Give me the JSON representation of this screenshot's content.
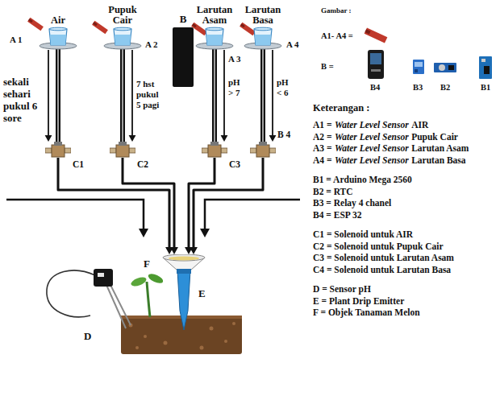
{
  "diagram": {
    "nodes": [
      {
        "text": [
          "Air"
        ]
      },
      {
        "text": [
          "Pupuk Cair"
        ]
      },
      {
        "text": [
          "B"
        ]
      },
      {
        "text": [
          "Larutan Asam"
        ]
      },
      {
        "text": [
          "Larutan Basa"
        ]
      },
      {
        "text": [
          "C1"
        ]
      },
      {
        "text": [
          "C2"
        ]
      },
      {
        "text": [
          "C3"
        ]
      },
      {
        "text": [
          "B 4"
        ]
      },
      {
        "text": [
          "E"
        ]
      }
    ],
    "edges": [
      {
        "from": 0,
        "to": 5,
        "arrow": "to",
        "label": "sekali sehari pukul 6 sore"
      },
      {
        "from": 1,
        "to": 6,
        "arrow": "to",
        "label": "7 hst pukul 5 pagi"
      },
      {
        "from": 3,
        "to": 7,
        "arrow": "to",
        "label": "pH > 7"
      },
      {
        "from": 4,
        "to": 8,
        "arrow": "to",
        "label": "pH < 6"
      },
      {
        "from": 5,
        "to": 9,
        "arrow": "to"
      },
      {
        "from": 6,
        "to": 9,
        "arrow": "to"
      },
      {
        "from": 7,
        "to": 9,
        "arrow": "to"
      },
      {
        "from": 8,
        "to": 9,
        "arrow": "to"
      }
    ],
    "labels": [
      "A 1",
      "A 2",
      "A 3",
      "A 4",
      "D",
      "F",
      "Gambar :",
      "A1- A4 =",
      "B =",
      "B4",
      "B3",
      "B2",
      "B1",
      "Keterangan :",
      "A1 =",
      "Water Level Sensor",
      "AIR",
      "A2 =",
      "Water Level Sensor",
      "Pupuk Cair",
      "A3 =",
      "Water Level Sensor",
      "Larutan Asam",
      "A4 =",
      "Water Level Sensor",
      "Larutan Basa",
      "B1 = Arduino Mega 2560",
      "B2 = RTC",
      "B3 = Relay 4 chanel",
      "B4 = ESP 32",
      "C1 = Solenoid untuk AIR",
      "C2 = Solenoid untuk Pupuk Cair",
      "C3 = Solenoid untuk Larutan Asam",
      "C4 = Solenoid untuk Larutan Basa",
      "D = Sensor pH",
      "E = Plant Drip Emitter",
      "F = Objek Tanaman Melon"
    ]
  }
}
